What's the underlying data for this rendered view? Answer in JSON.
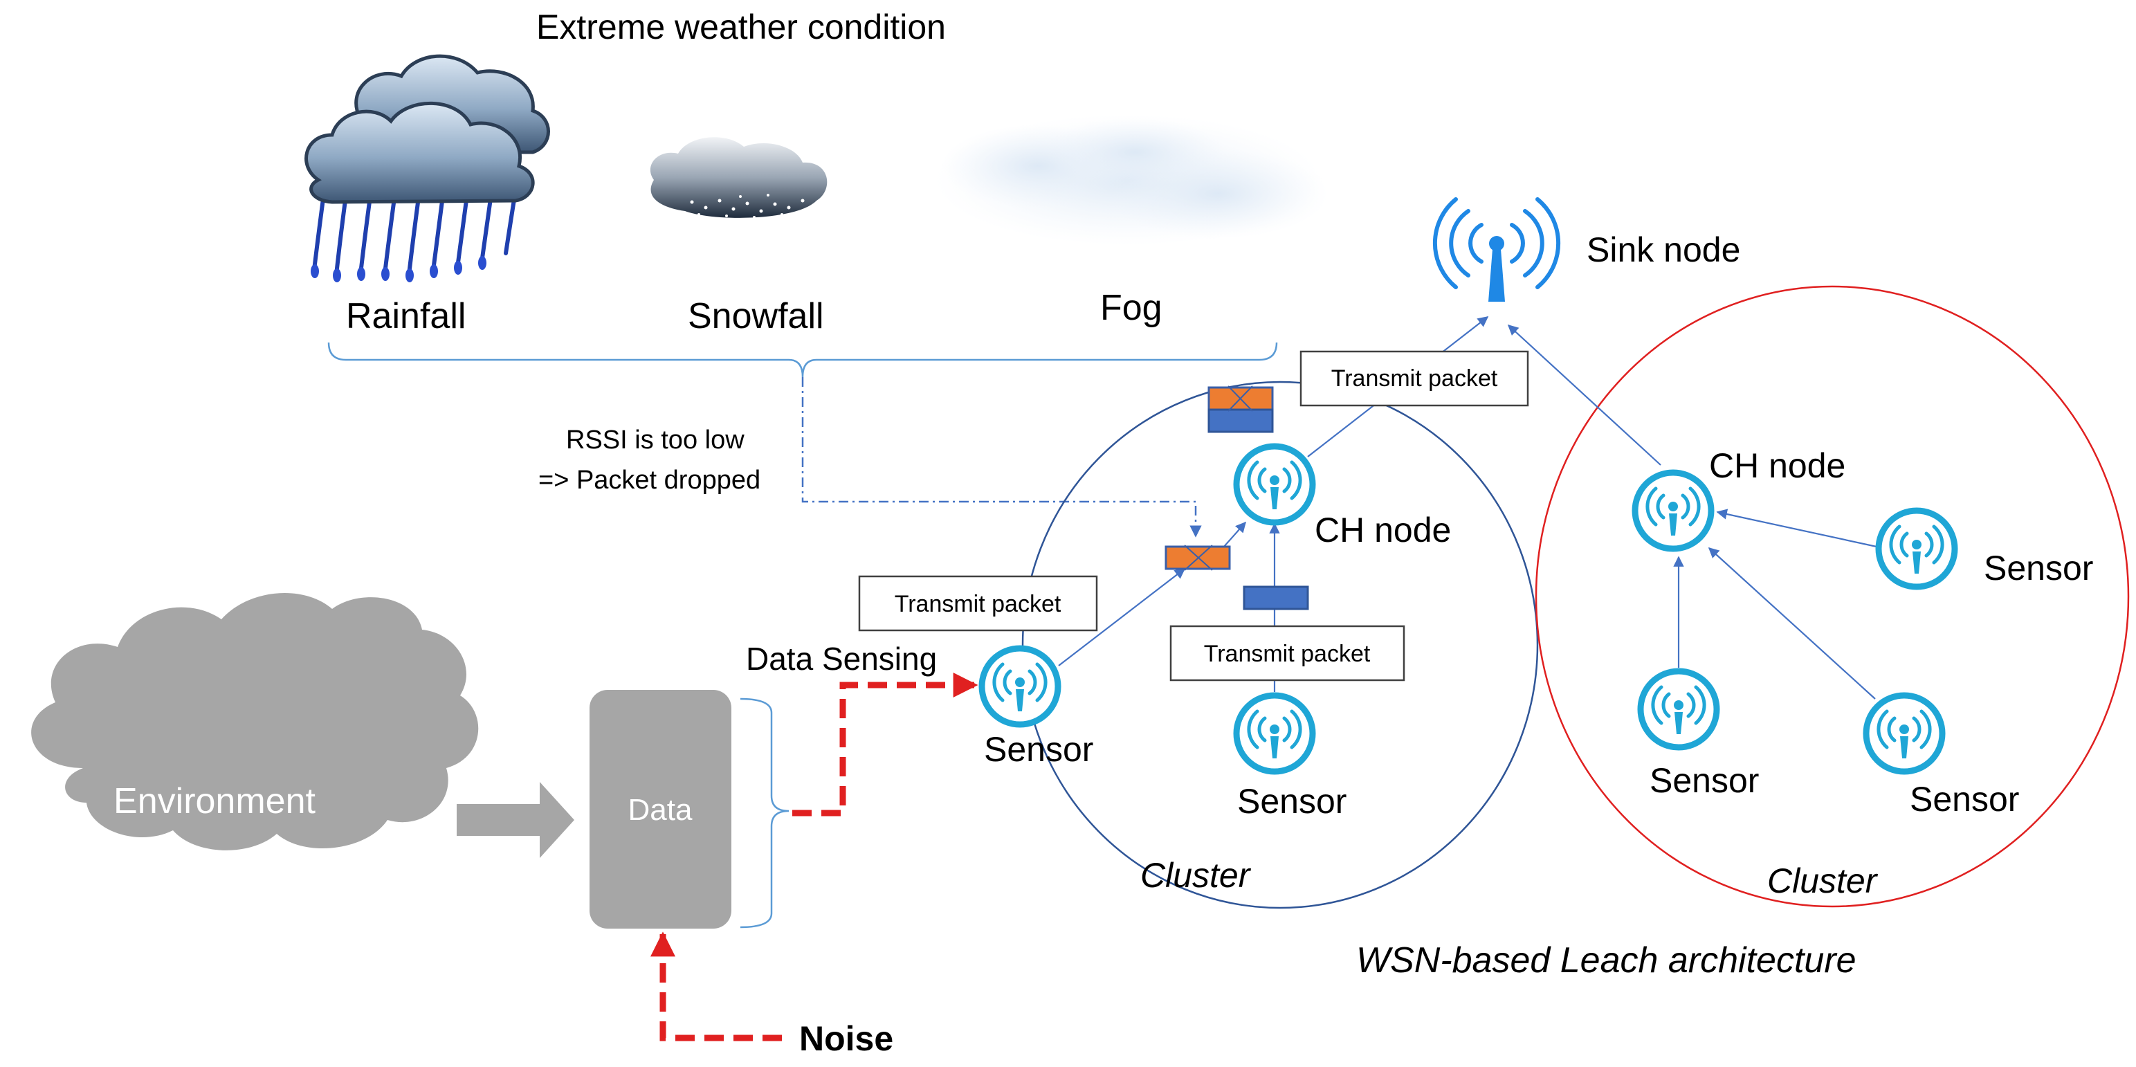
{
  "weather": {
    "title": "Extreme weather condition",
    "items": [
      {
        "label": "Rainfall",
        "icon": "rain-cloud-icon"
      },
      {
        "label": "Snowfall",
        "icon": "snow-cloud-icon"
      },
      {
        "label": "Fog",
        "icon": "fog-cloud-icon"
      }
    ],
    "rssi_note_line1": "RSSI is too low",
    "rssi_note_line2": "=> Packet dropped"
  },
  "left_flow": {
    "environment_label": "Environment",
    "data_label": "Data",
    "noise_label": "Noise",
    "data_sensing_label": "Data Sensing"
  },
  "cluster_left": {
    "label": "Cluster",
    "ch_label": "CH node",
    "sensor_label": "Sensor",
    "transmit_label": "Transmit packet"
  },
  "cluster_right": {
    "label": "Cluster",
    "ch_label": "CH node",
    "sensor_label": "Sensor"
  },
  "sink": {
    "label": "Sink node",
    "transmit_label": "Transmit packet"
  },
  "caption": "WSN-based Leach architecture",
  "colors": {
    "node_cyan": "#1fa6d6",
    "sink_blue": "#1f88e5",
    "line_blue": "#4472c4",
    "cluster_left_stroke": "#2f5597",
    "cluster_right_stroke": "#e02020",
    "noise_red": "#e02020",
    "grey": "#a6a6a6",
    "packet_orange": "#ed7d31",
    "packet_blue": "#4472c4"
  }
}
